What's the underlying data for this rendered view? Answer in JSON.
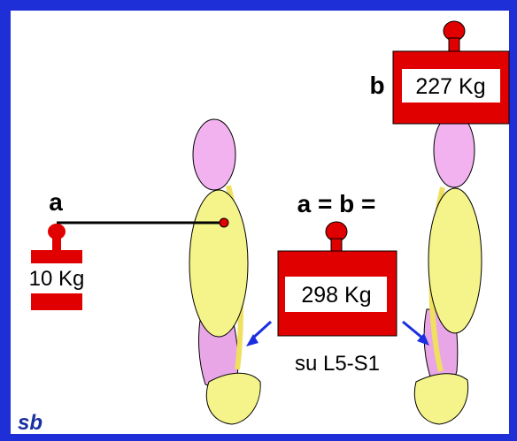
{
  "labels": {
    "a": "a",
    "b": "b",
    "equation": "a = b =",
    "weight_a": "10 Kg",
    "weight_b": "227 Kg",
    "weight_total": "298 Kg",
    "location": "su L5-S1",
    "signature": "sb"
  },
  "colors": {
    "border": "#1f2fd8",
    "weight_red": "#e00000",
    "weight_dark_red": "#c00000",
    "head_pink": "#f2b2f0",
    "torso_yellow": "#f4f48a",
    "leg_pink": "#e8a6e6",
    "spine_yellow": "#f0e060",
    "arrow_blue": "#1b2fe0",
    "line_black": "#000000",
    "signature_blue": "#1a2fa0"
  }
}
